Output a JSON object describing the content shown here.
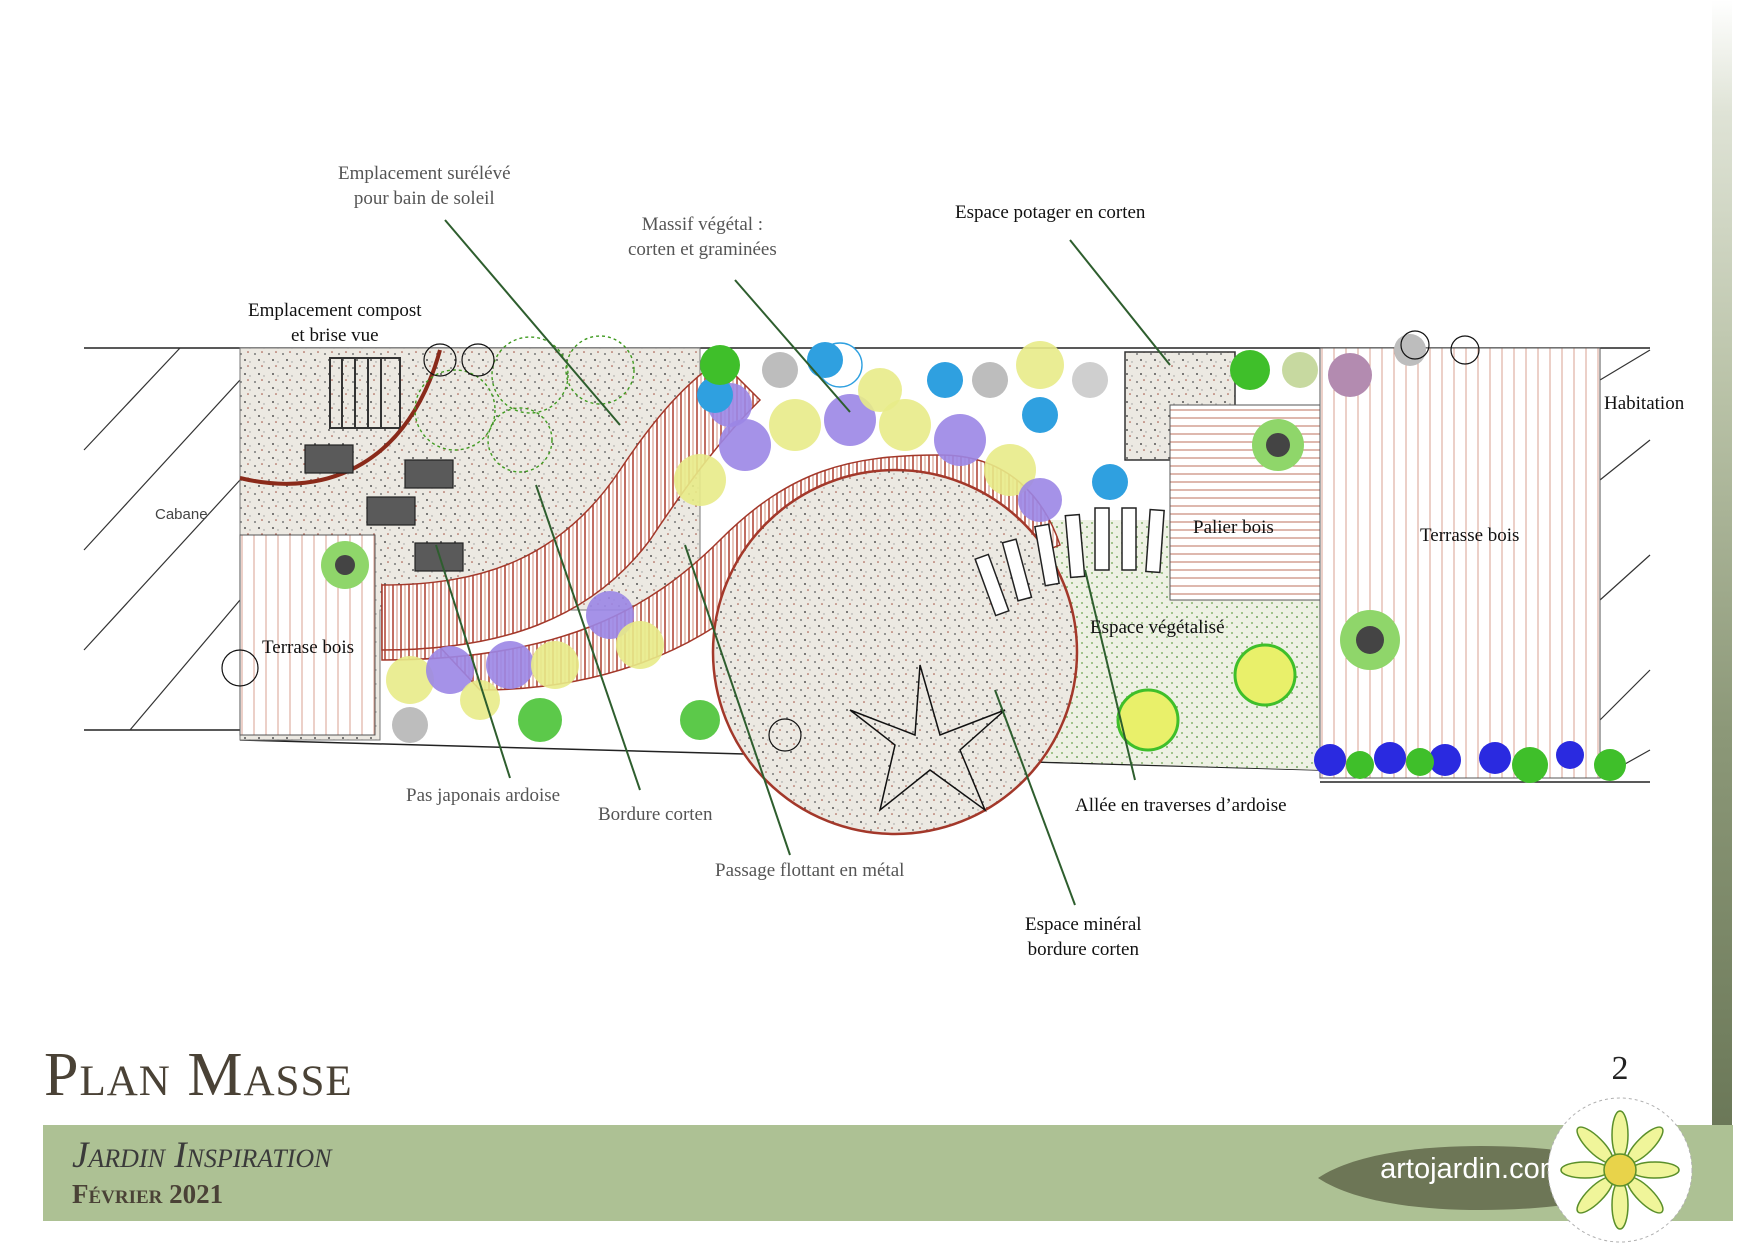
{
  "plan": {
    "labels": {
      "emplacement_sureleve": [
        "Emplacement surélévé",
        "pour bain de soleil"
      ],
      "massif_vegetal": [
        "Massif végétal :",
        "corten et graminées"
      ],
      "espace_potager": "Espace potager en corten",
      "emplacement_compost": [
        "Emplacement compost",
        "et brise vue"
      ],
      "habitation": "Habitation",
      "cabane": "Cabane",
      "terrasse_bois_left": "Terrase bois",
      "palier_bois": "Palier bois",
      "terrasse_bois_right": "Terrasse bois",
      "espace_vegetalise": "Espace végétalisé",
      "pas_japonais": "Pas japonais ardoise",
      "bordure_corten": "Bordure corten",
      "allee_traverses": "Allée en traverses d’ardoise",
      "passage_flottant": "Passage flottant en métal",
      "espace_mineral": [
        "Espace minéral",
        "bordure corten"
      ]
    },
    "colors": {
      "corten": "#a3382a",
      "gravel": "#e8e5de",
      "lawn": "#e6ecd6",
      "wood": "#c9836e",
      "leader": "#2e5e2e",
      "lavender": "#9b86e6",
      "cream": "#e8eb88",
      "green": "#3fbf2a",
      "cyan": "#2fa0e0",
      "blue": "#2a2ae0"
    }
  },
  "title": "Plan Masse",
  "page_number": "2",
  "footer": {
    "subtitle": "Jardin Inspiration",
    "date": "Février 2021",
    "brand": "artojardin.com"
  }
}
